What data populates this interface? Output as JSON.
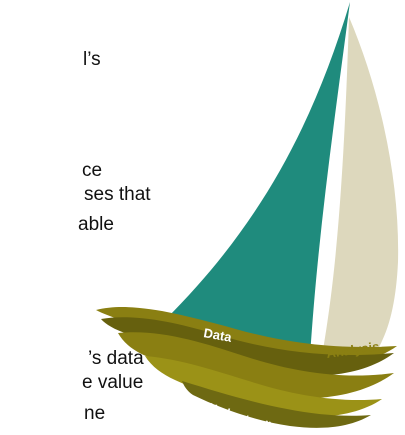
{
  "text_fragments": [
    "l’s",
    "ce",
    "ses that",
    "able",
    "’s data",
    "e value",
    "ne"
  ],
  "logo": {
    "words": {
      "sail_left": "Data",
      "sail_right": "Analysis",
      "hull": "Understanding and Use"
    },
    "colors": {
      "sail_left": "#1f8b7d",
      "sail_right": "#ddd8bd",
      "hull": "#8a7f12",
      "hull_dark": "#66600e"
    }
  }
}
